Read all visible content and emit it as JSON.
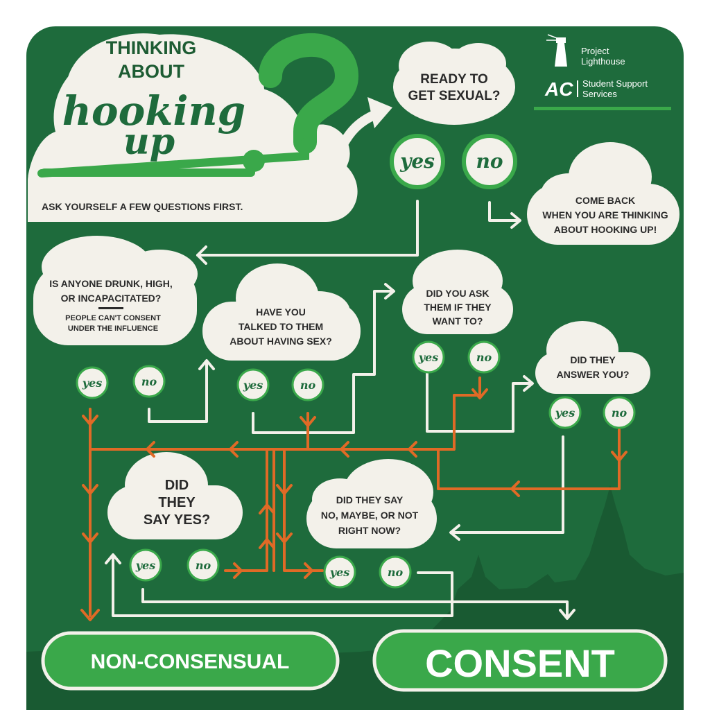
{
  "title": {
    "line1": "THINKING",
    "line2": "ABOUT",
    "script1": "hooking",
    "script2": "up",
    "subtitle": "ASK YOURSELF A FEW QUESTIONS FIRST."
  },
  "branding": {
    "org1": [
      "Project",
      "Lighthouse"
    ],
    "org2": [
      "Student Support",
      "Services"
    ],
    "logo_text": "AC"
  },
  "questions": {
    "q1": [
      "READY TO",
      "GET SEXUAL?"
    ],
    "come_back": [
      "COME BACK",
      "WHEN YOU ARE THINKING",
      "ABOUT HOOKING UP!"
    ],
    "drunk": [
      "IS ANYONE DRUNK, HIGH,",
      "OR INCAPACITATED?"
    ],
    "drunk_note": [
      "PEOPLE CAN'T CONSENT",
      "UNDER THE INFLUENCE"
    ],
    "talked": [
      "HAVE YOU",
      "TALKED TO THEM",
      "ABOUT HAVING SEX?"
    ],
    "asked": [
      "DID YOU ASK",
      "THEM IF THEY",
      "WANT TO?"
    ],
    "answered": [
      "DID THEY",
      "ANSWER YOU?"
    ],
    "say_yes": [
      "DID",
      "THEY",
      "SAY YES?"
    ],
    "say_no": [
      "DID THEY SAY",
      "NO, MAYBE, OR NOT",
      "RIGHT NOW?"
    ]
  },
  "answers": {
    "yes": "yes",
    "no": "no"
  },
  "outcomes": {
    "non_consensual": "NON-CONSENSUAL",
    "consent": "CONSENT"
  },
  "colors": {
    "green": "#1e6b3c",
    "bright_green": "#3aa84a",
    "orange": "#e06a26",
    "cream": "#f3f1ea"
  }
}
